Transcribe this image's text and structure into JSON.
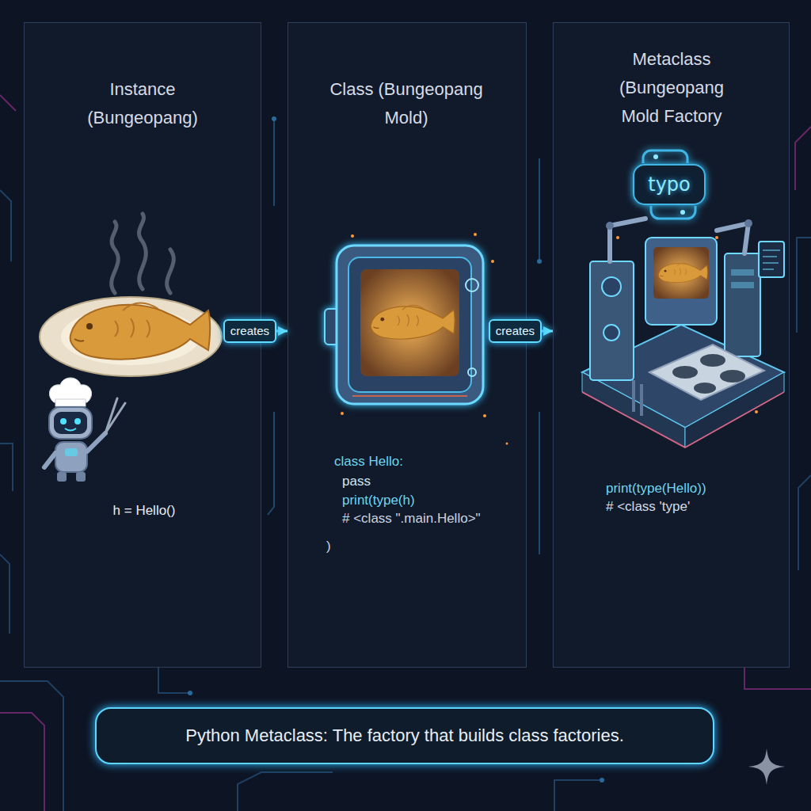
{
  "diagram": {
    "caption": "Python Metaclass: The factory that builds class factories.",
    "nodes": [
      {
        "text": [
          "Instance (Bungeopang)",
          "h = Hello()"
        ]
      },
      {
        "text": [
          "Class (Bungeopang Mold)",
          "class Hello:",
          "pass",
          "print(type(h)",
          "# <class \".main.Hello>\"",
          ")"
        ]
      },
      {
        "text": [
          "Metaclass (Bungeopang Mold Factory",
          "print(type(Hello))",
          "# <class 'type'"
        ]
      }
    ],
    "edges": [
      {
        "from": 0,
        "to": 1,
        "arrow": "to",
        "label": "creates"
      },
      {
        "from": 1,
        "to": 2,
        "arrow": "to",
        "label": "creates"
      }
    ],
    "labels": [
      "typo"
    ]
  }
}
